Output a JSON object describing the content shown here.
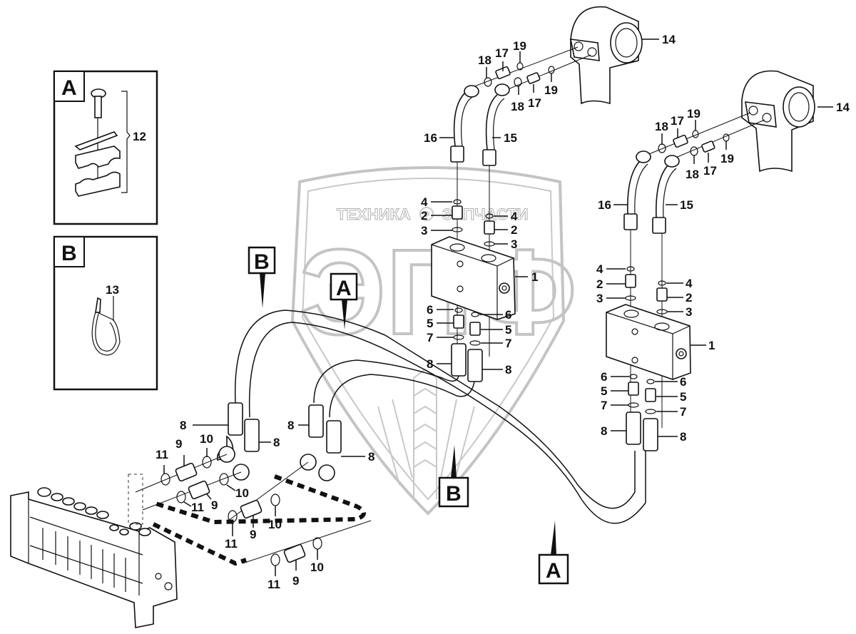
{
  "diagram": {
    "watermark": {
      "left_word": "ТЕХНИКА",
      "right_word": "ЗАПЧАСТИ",
      "logo_letters": "ЭПФ"
    },
    "insets": [
      {
        "letter": "A",
        "callouts": [
          "12"
        ],
        "content": "hose-clamp-kit"
      },
      {
        "letter": "B",
        "callouts": [
          "13"
        ],
        "content": "cable-tie"
      }
    ],
    "section_markers": [
      "B",
      "A",
      "B",
      "A"
    ],
    "callouts": {
      "top_left_tube_group": {
        "pipe_a": "16",
        "pipe_b": "15",
        "fitting_left": [
          "18",
          "17",
          "19"
        ],
        "fitting_right": [
          "18",
          "17",
          "19"
        ],
        "housing": "14"
      },
      "top_right_tube_group": {
        "pipe_a": "16",
        "pipe_b": "15",
        "fitting_left": [
          "18",
          "17",
          "19"
        ],
        "fitting_right": [
          "18",
          "17",
          "19"
        ],
        "housing": "14"
      },
      "valve_block_left": {
        "block": "1",
        "upper_left": [
          "4",
          "2",
          "3"
        ],
        "upper_right": [
          "4",
          "2",
          "3"
        ],
        "lower_left": [
          "6",
          "5",
          "7",
          "8"
        ],
        "lower_right": [
          "6",
          "5",
          "7",
          "8"
        ]
      },
      "valve_block_right": {
        "block": "1",
        "upper_left": [
          "4",
          "2",
          "3"
        ],
        "upper_right": [
          "4",
          "2",
          "3"
        ],
        "lower_left": [
          "6",
          "5",
          "7",
          "8"
        ],
        "lower_right": [
          "6",
          "5",
          "7",
          "8"
        ]
      },
      "lower_fittings": {
        "hose_ends": [
          "8",
          "8",
          "8",
          "8"
        ],
        "row1": [
          "11",
          "9",
          "10"
        ],
        "row2": [
          "11",
          "9",
          "10"
        ],
        "row3": [
          "11",
          "9",
          "10"
        ],
        "row4": [
          "11",
          "9",
          "10"
        ]
      }
    }
  }
}
